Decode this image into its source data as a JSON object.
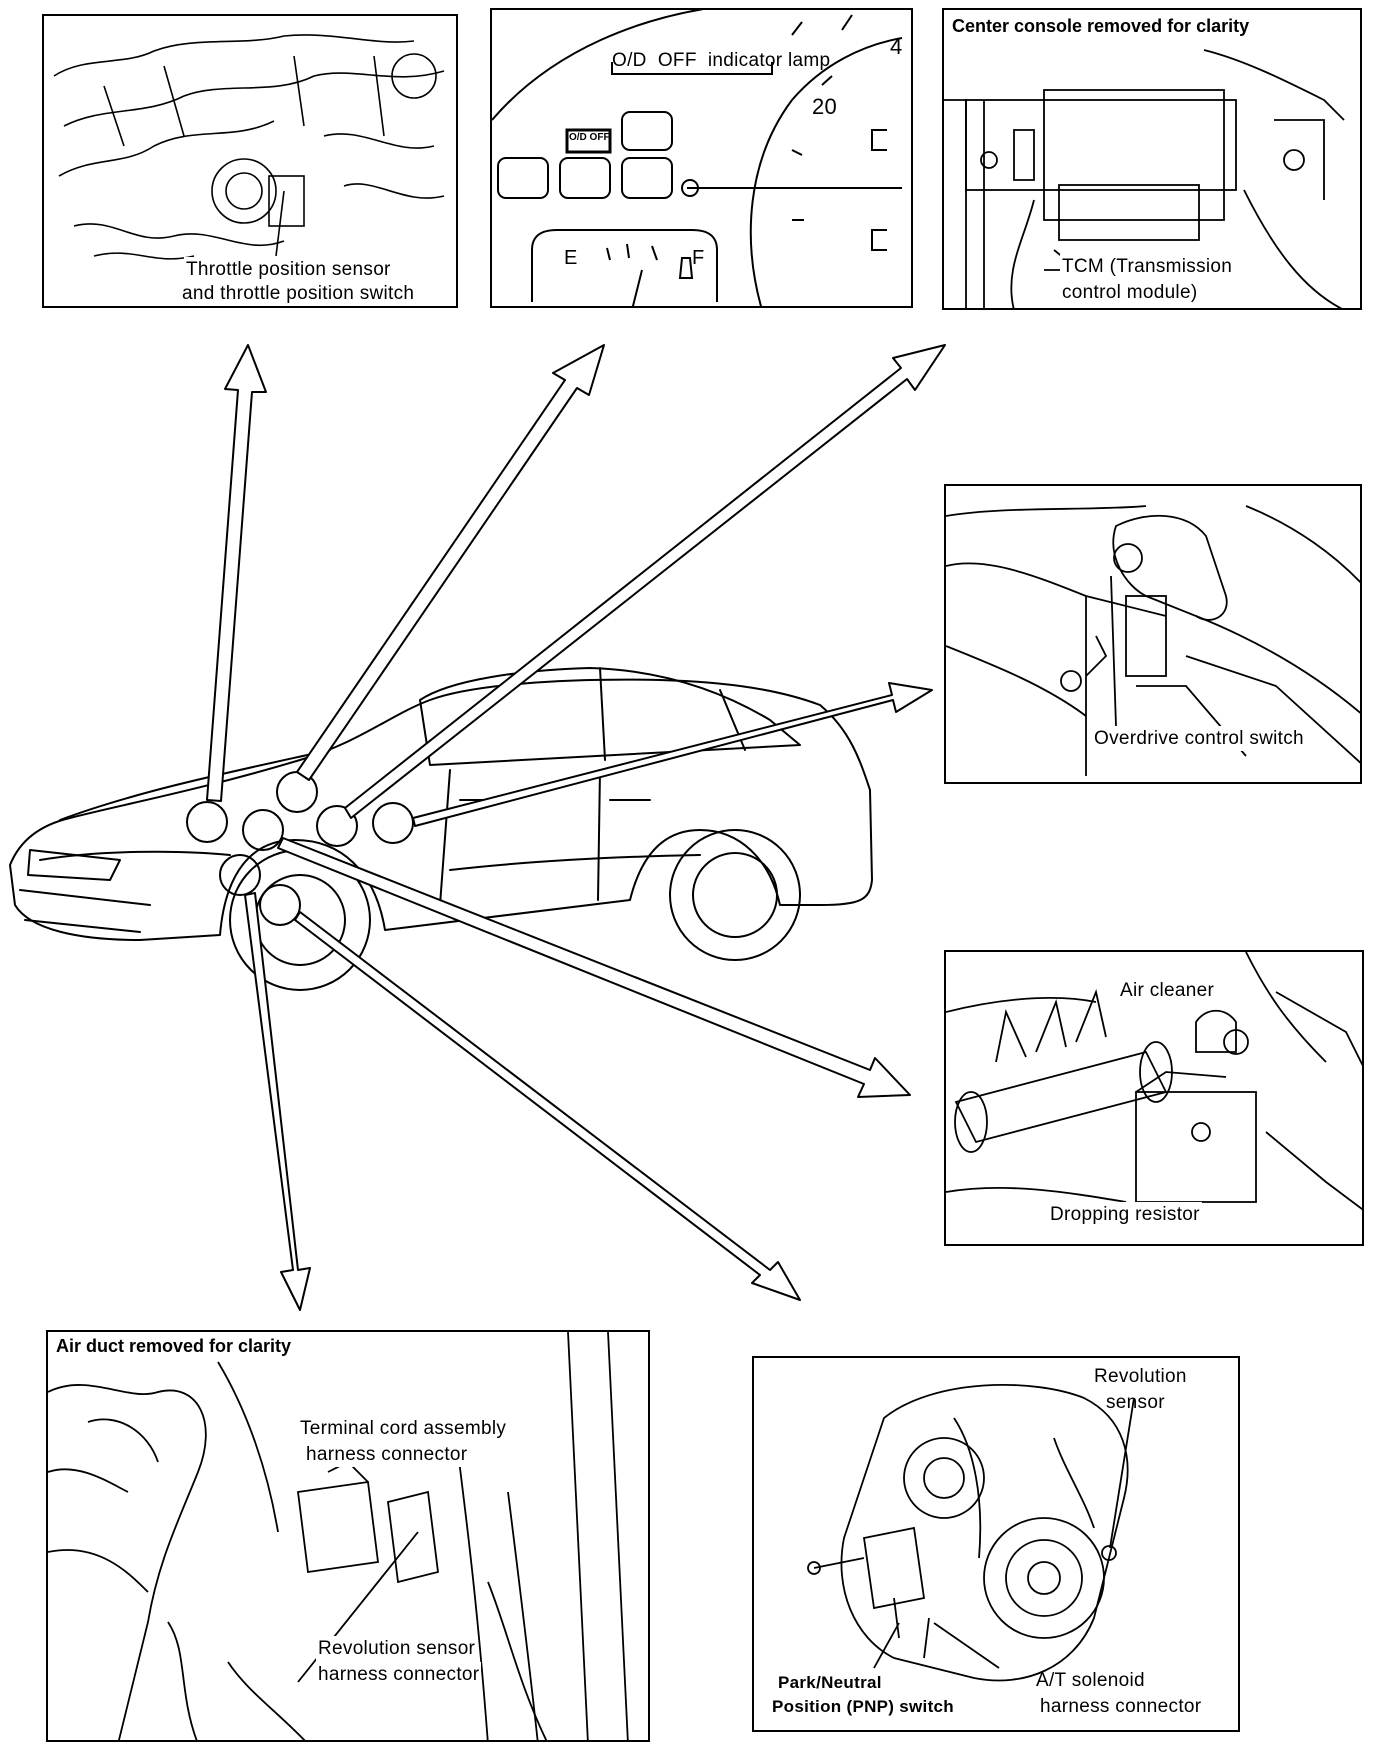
{
  "panels": {
    "throttle": {
      "label_line1": "Throttle position sensor",
      "label_line2": "and throttle position switch"
    },
    "meter": {
      "label": "O/D  OFF  indicator lamp",
      "lamp_text": "O/D OFF",
      "tick_4": "4",
      "tick_20": "20",
      "tick_e": "E",
      "tick_f": "F"
    },
    "tcm": {
      "header": "Center console removed for clarity",
      "label_line1": "TCM (Transmission",
      "label_line2": "control module)"
    },
    "overdrive": {
      "label": "Overdrive control switch"
    },
    "resistor": {
      "label_air": "Air cleaner",
      "label_resistor": "Dropping resistor"
    },
    "airduct": {
      "header": "Air duct removed for clarity",
      "label_top_line1": "Terminal cord assembly",
      "label_top_line2": "harness connector",
      "label_bot_line1": "Revolution sensor",
      "label_bot_line2": "harness connector"
    },
    "transaxle": {
      "label_rev_line1": "Revolution",
      "label_rev_line2": "sensor",
      "label_pnp_line1": "Park/Neutral",
      "label_pnp_line2": "Position (PNP) switch",
      "label_sol_line1": "A/T solenoid",
      "label_sol_line2": "harness connector"
    }
  }
}
